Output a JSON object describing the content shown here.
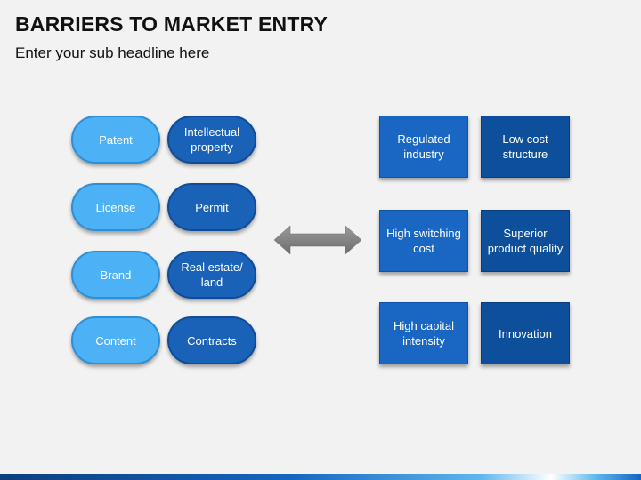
{
  "header": {
    "title": "BARRIERS TO MARKET ENTRY",
    "subtitle": "Enter your sub headline here"
  },
  "left_pills": [
    {
      "left": "Patent",
      "right": "Intellectual property"
    },
    {
      "left": "License",
      "right": "Permit"
    },
    {
      "left": "Brand",
      "right": "Real estate/ land"
    },
    {
      "left": "Content",
      "right": "Contracts"
    }
  ],
  "right_boxes": [
    {
      "left": "Regulated industry",
      "right": "Low cost structure"
    },
    {
      "left": "High switching cost",
      "right": "Superior product quality"
    },
    {
      "left": "High capital intensity",
      "right": "Innovation"
    }
  ],
  "colors": {
    "pill_light": "#4db2f5",
    "pill_dark": "#1a62b8",
    "box_mid": "#1967c3",
    "box_deep": "#0d4f9a",
    "arrow": "#7f7f7f"
  },
  "icons": {
    "center_arrow": "double-headed-arrow-icon"
  }
}
